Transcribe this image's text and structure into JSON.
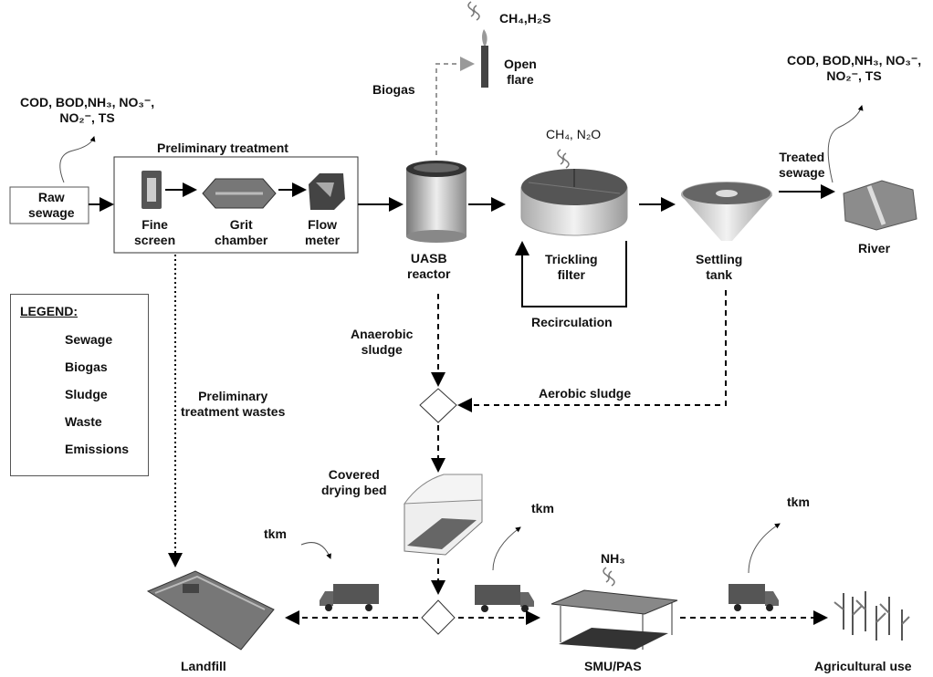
{
  "emissions": {
    "raw": [
      "COD, BOD,NH₃, NO₃⁻,",
      "NO₂⁻, TS"
    ],
    "river": [
      "COD, BOD,NH₃, NO₃⁻,",
      "NO₂⁻, TS"
    ],
    "flare": "CH₄,H₂S",
    "trickling": "CH₄, N₂O",
    "smu": "NH₃",
    "tkm_landfill": "tkm",
    "tkm_smu": "tkm",
    "tkm_agri": "tkm"
  },
  "nodes": {
    "raw_sewage": [
      "Raw",
      "sewage"
    ],
    "preliminary": "Preliminary treatment",
    "fine_screen": [
      "Fine",
      "screen"
    ],
    "grit_chamber": [
      "Grit",
      "chamber"
    ],
    "flow_meter": [
      "Flow",
      "meter"
    ],
    "uasb": [
      "UASB",
      "reactor"
    ],
    "open_flare": [
      "Open",
      "flare"
    ],
    "trickling": [
      "Trickling",
      "filter"
    ],
    "settling": [
      "Settling",
      "tank"
    ],
    "river": "River",
    "drying_bed": [
      "Covered",
      "drying bed"
    ],
    "landfill": "Landfill",
    "smu": "SMU/PAS",
    "agri": "Agricultural use"
  },
  "flows": {
    "biogas": "Biogas",
    "treated": [
      "Treated",
      "sewage"
    ],
    "recirculation": "Recirculation",
    "anaerobic": [
      "Anaerobic",
      "sludge"
    ],
    "aerobic": "Aerobic sludge",
    "prelim_wastes": [
      "Preliminary",
      "treatment wastes"
    ]
  },
  "legend": {
    "title": "LEGEND:",
    "items": [
      "Sewage",
      "Biogas",
      "Sludge",
      "Waste",
      "Emissions"
    ]
  }
}
